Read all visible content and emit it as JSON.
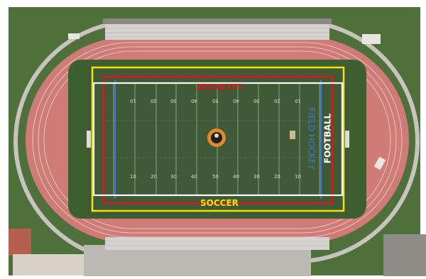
{
  "labels": {
    "soccer": "SOCCER",
    "lacrosse": "LACROSSE",
    "field_hockey": "FIELD HOCKEY",
    "football": "FOOTBALL"
  },
  "line_colors": {
    "soccer": "#f2e600",
    "lacrosse": "#e0141b",
    "field_hockey": "#3b78d8",
    "football": "#ffffff"
  },
  "yard_numbers_top": [
    "10",
    "20",
    "30",
    "40",
    "50",
    "40",
    "30",
    "20",
    "10"
  ],
  "yard_numbers_bottom": [
    "10",
    "20",
    "30",
    "40",
    "50",
    "40",
    "30",
    "20",
    "10"
  ],
  "scene_colors": {
    "grass": "#4f6f3b",
    "turf": "#3f5a34",
    "track": "#cf7b78",
    "track_lines": "#efd7d2",
    "path": "#c7c4be",
    "roof": "#8b8781",
    "bleachers": "#d5d3d1"
  }
}
